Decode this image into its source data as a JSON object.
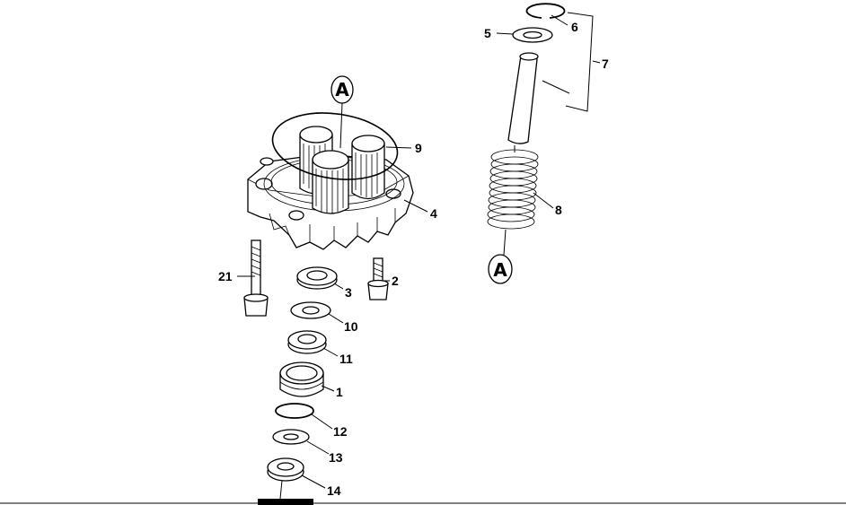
{
  "callouts": {
    "c1": "1",
    "c2": "2",
    "c3": "3",
    "c4": "4",
    "c5": "5",
    "c6": "6",
    "c7": "7",
    "c8": "8",
    "c9": "9",
    "c10": "10",
    "c11": "11",
    "c12": "12",
    "c13": "13",
    "c14": "14",
    "c21": "21"
  },
  "reference_marks": {
    "top": "A",
    "bottom": "A"
  }
}
